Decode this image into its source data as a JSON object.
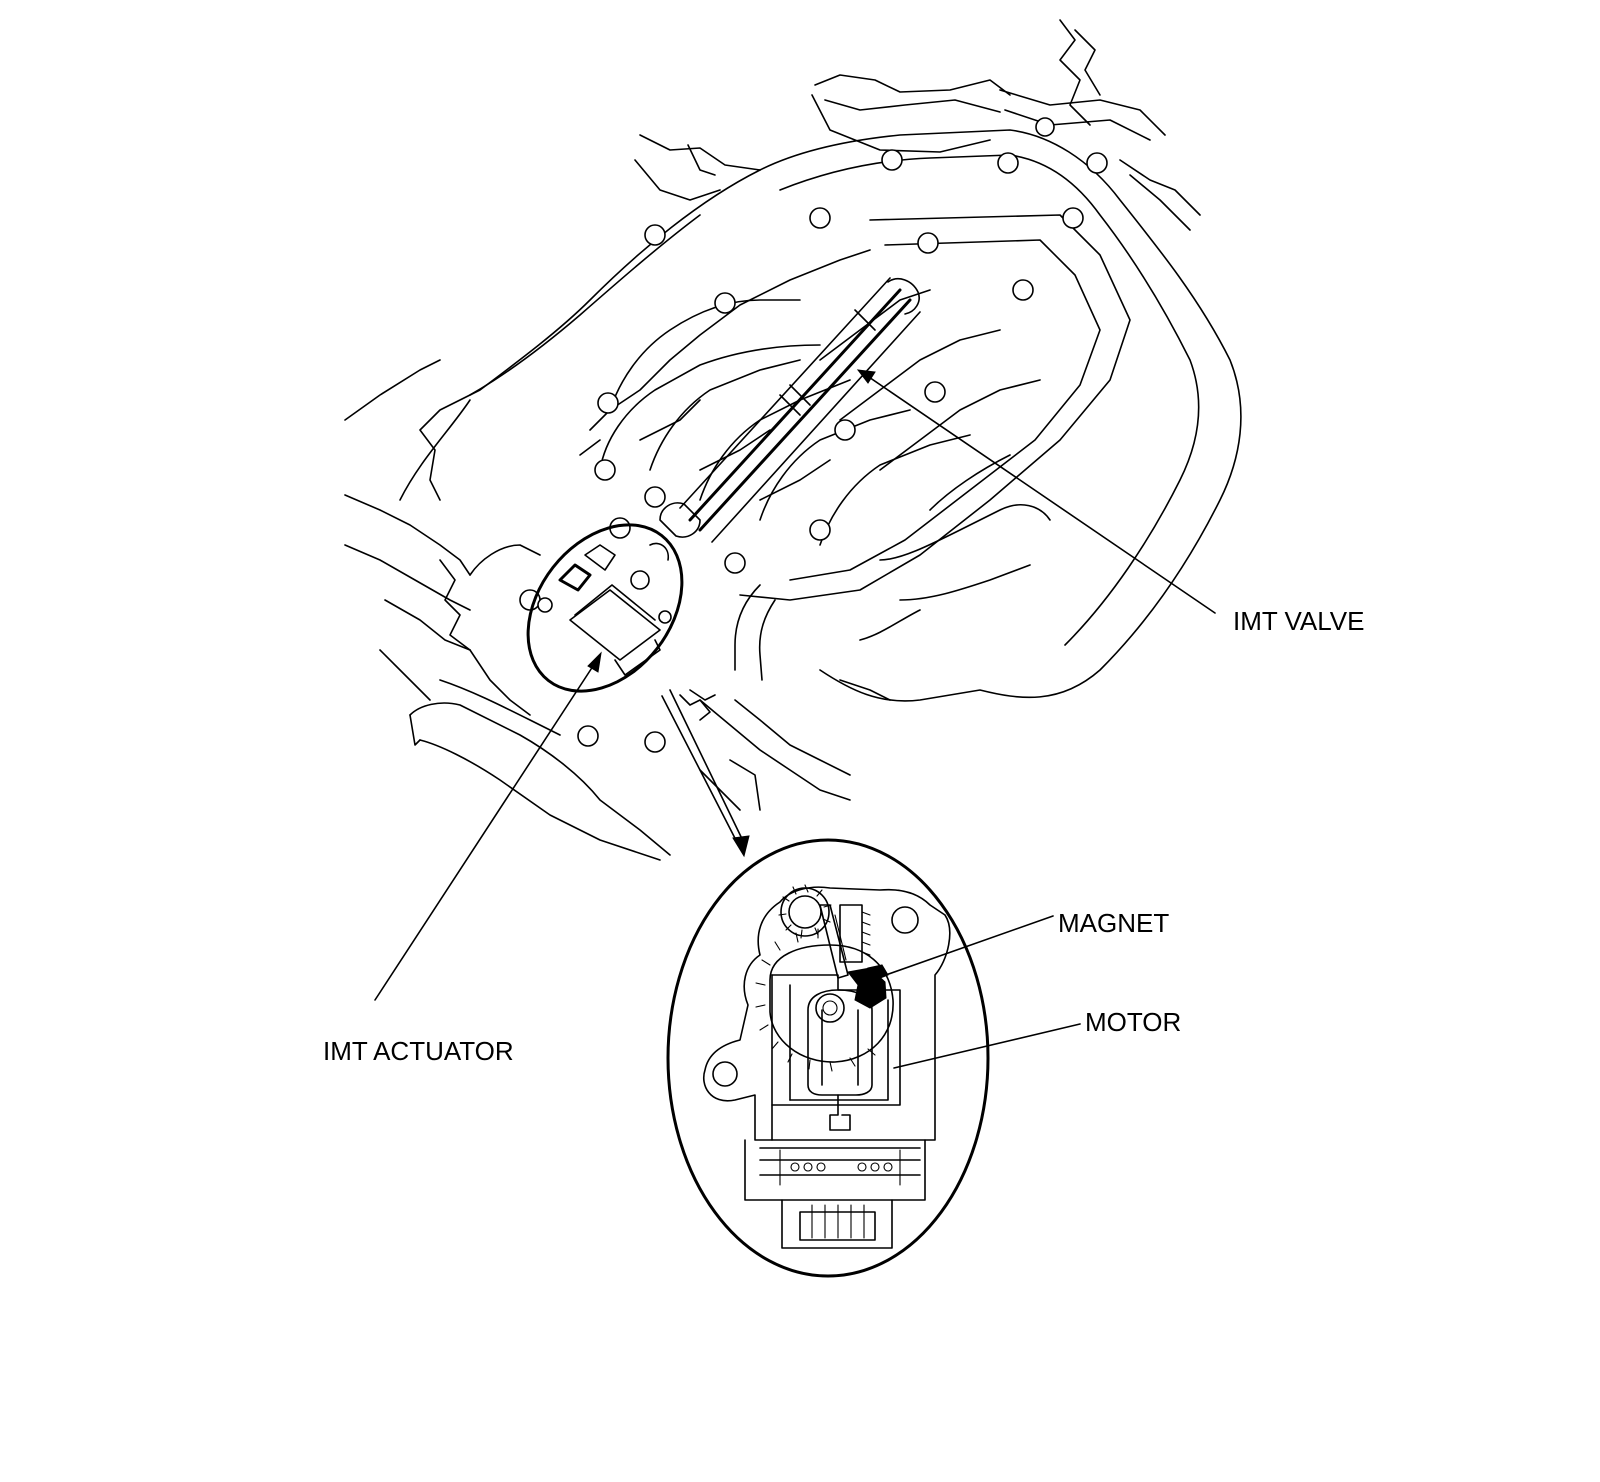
{
  "labels": {
    "imt_valve": "IMT VALVE",
    "imt_actuator": "IMT ACTUATOR",
    "magnet": "MAGNET",
    "motor": "MOTOR"
  }
}
